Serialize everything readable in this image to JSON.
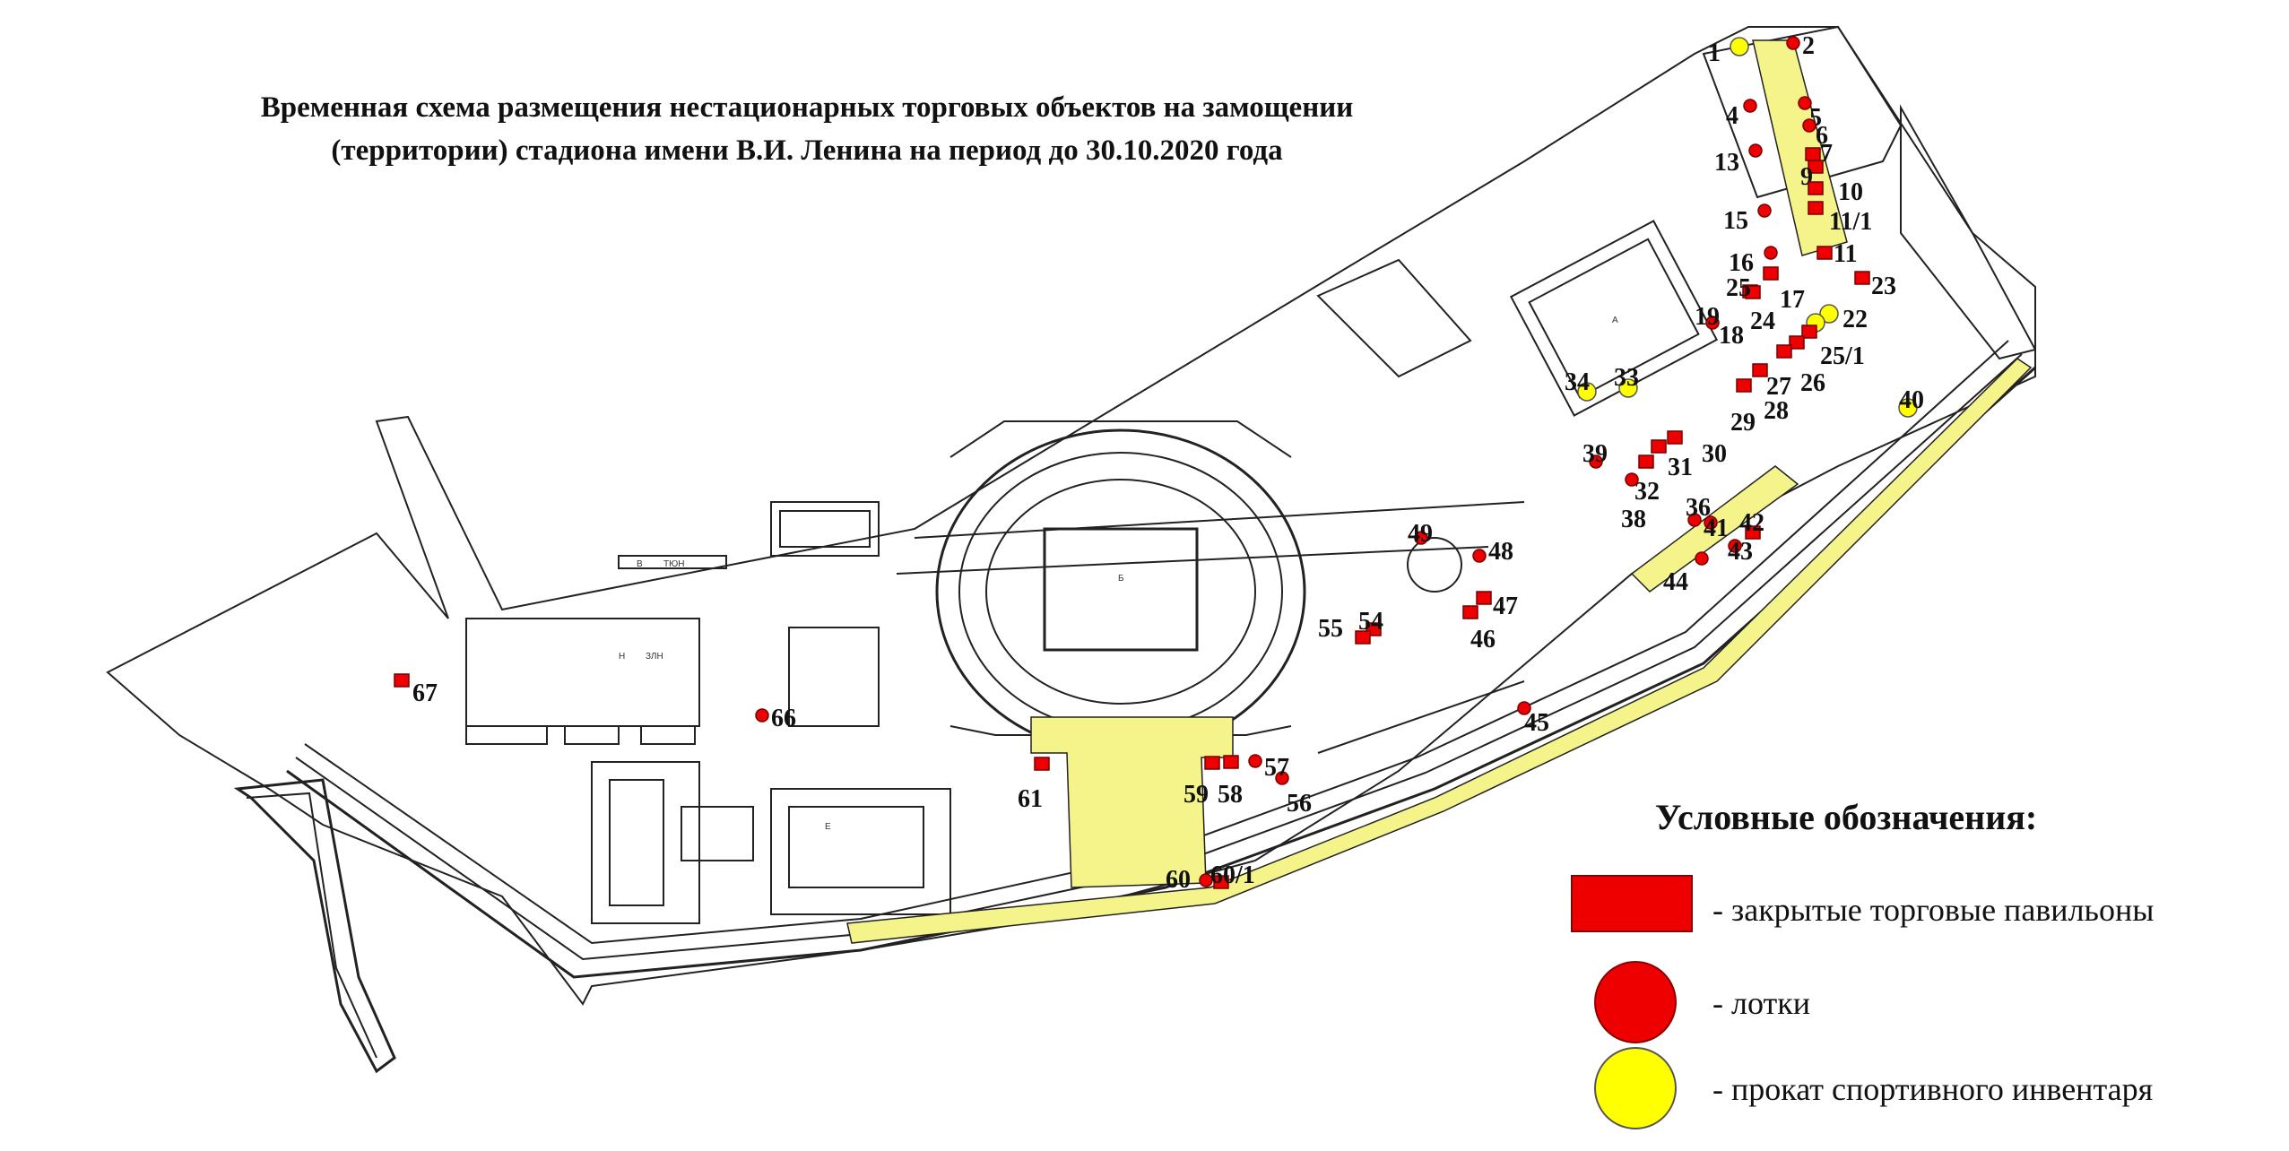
{
  "title": {
    "line1": "Временная схема размещения нестационарных торговых объектов на замощении",
    "line2": "(территории) стадиона имени В.И. Ленина на период до 30.10.2020 года"
  },
  "legend": {
    "heading": "Условные обозначения:",
    "items": [
      {
        "symbol": "red-rectangle",
        "label": "- закрытые торговые павильоны"
      },
      {
        "symbol": "red-circle",
        "label": "- лотки"
      },
      {
        "symbol": "yellow-circle",
        "label": "- прокат спортивного инвентаря"
      }
    ]
  },
  "colors": {
    "pavilion": "#ee0000",
    "stall": "#ee0000",
    "rental": "#ffff00",
    "walkway": "#f4f48a",
    "outline": "#222222"
  },
  "building_labels": [
    "Б",
    "А",
    "Н",
    "Е",
    "В",
    "ТЮН",
    "ЗЛН"
  ],
  "markers": [
    {
      "label": "1",
      "type": "rental"
    },
    {
      "label": "2",
      "type": "stall"
    },
    {
      "label": "4",
      "type": "stall"
    },
    {
      "label": "5",
      "type": "stall"
    },
    {
      "label": "6",
      "type": "stall"
    },
    {
      "label": "7",
      "type": "pavilion"
    },
    {
      "label": "9",
      "type": "pavilion"
    },
    {
      "label": "10",
      "type": "pavilion"
    },
    {
      "label": "11/1",
      "type": "pavilion"
    },
    {
      "label": "11",
      "type": "pavilion"
    },
    {
      "label": "13",
      "type": "stall"
    },
    {
      "label": "15",
      "type": "stall"
    },
    {
      "label": "16",
      "type": "stall"
    },
    {
      "label": "17",
      "type": "pavilion"
    },
    {
      "label": "18",
      "type": "stall"
    },
    {
      "label": "19",
      "type": "pavilion"
    },
    {
      "label": "22",
      "type": "rental"
    },
    {
      "label": "23",
      "type": "pavilion"
    },
    {
      "label": "24",
      "type": "rental"
    },
    {
      "label": "25",
      "type": "pavilion"
    },
    {
      "label": "25/1",
      "type": "pavilion"
    },
    {
      "label": "26",
      "type": "pavilion"
    },
    {
      "label": "27",
      "type": "pavilion"
    },
    {
      "label": "28",
      "type": "pavilion"
    },
    {
      "label": "29",
      "type": "pavilion"
    },
    {
      "label": "30",
      "type": "pavilion"
    },
    {
      "label": "31",
      "type": "pavilion"
    },
    {
      "label": "32",
      "type": "pavilion"
    },
    {
      "label": "33",
      "type": "rental"
    },
    {
      "label": "34",
      "type": "rental"
    },
    {
      "label": "36",
      "type": "stall"
    },
    {
      "label": "38",
      "type": "stall"
    },
    {
      "label": "39",
      "type": "stall"
    },
    {
      "label": "40",
      "type": "rental"
    },
    {
      "label": "41",
      "type": "stall"
    },
    {
      "label": "42",
      "type": "pavilion"
    },
    {
      "label": "43",
      "type": "stall"
    },
    {
      "label": "44",
      "type": "stall"
    },
    {
      "label": "45",
      "type": "stall"
    },
    {
      "label": "46",
      "type": "pavilion"
    },
    {
      "label": "47",
      "type": "pavilion"
    },
    {
      "label": "48",
      "type": "stall"
    },
    {
      "label": "49",
      "type": "stall"
    },
    {
      "label": "54",
      "type": "pavilion"
    },
    {
      "label": "55",
      "type": "pavilion"
    },
    {
      "label": "56",
      "type": "stall"
    },
    {
      "label": "57",
      "type": "stall"
    },
    {
      "label": "58",
      "type": "pavilion"
    },
    {
      "label": "59",
      "type": "pavilion"
    },
    {
      "label": "60",
      "type": "stall"
    },
    {
      "label": "60/1",
      "type": "pavilion"
    },
    {
      "label": "61",
      "type": "pavilion"
    },
    {
      "label": "66",
      "type": "stall"
    },
    {
      "label": "67",
      "type": "pavilion"
    }
  ]
}
